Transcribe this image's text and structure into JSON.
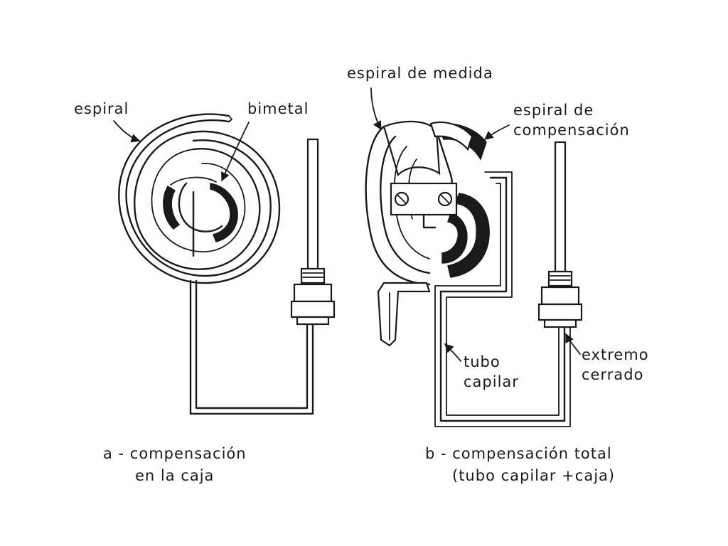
{
  "labels": {
    "espiral": "espiral",
    "bimetal": "bimetal",
    "espiral_medida": "espiral de medida",
    "espiral_comp_1": "espiral de",
    "espiral_comp_2": "compensación",
    "extremo_1": "extremo",
    "extremo_2": "cerrado",
    "tubo_1": "tubo",
    "tubo_2": "capilar"
  },
  "captions": {
    "a_line1": "a - compensación",
    "a_line2": "en la caja",
    "b_line1": "b - compensación total",
    "b_line2": "(tubo capilar +caja)"
  }
}
